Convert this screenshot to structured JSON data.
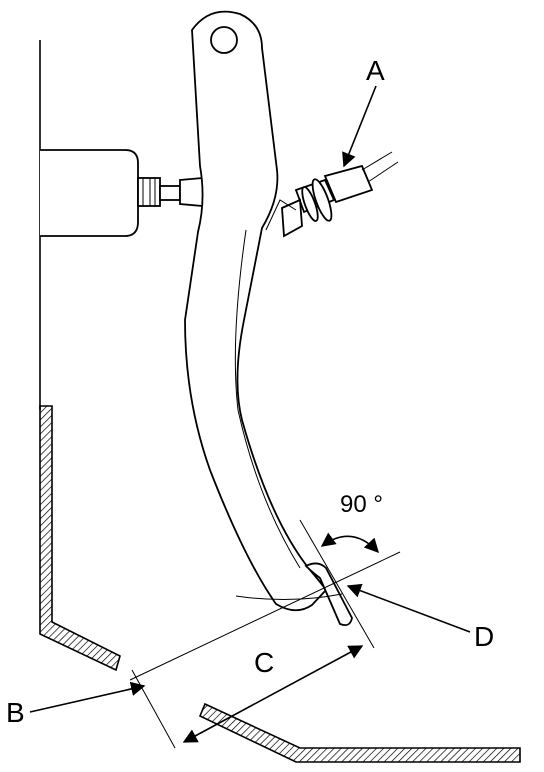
{
  "labels": {
    "a": "A",
    "b": "B",
    "c": "C",
    "d": "D",
    "angle": "90 °"
  }
}
